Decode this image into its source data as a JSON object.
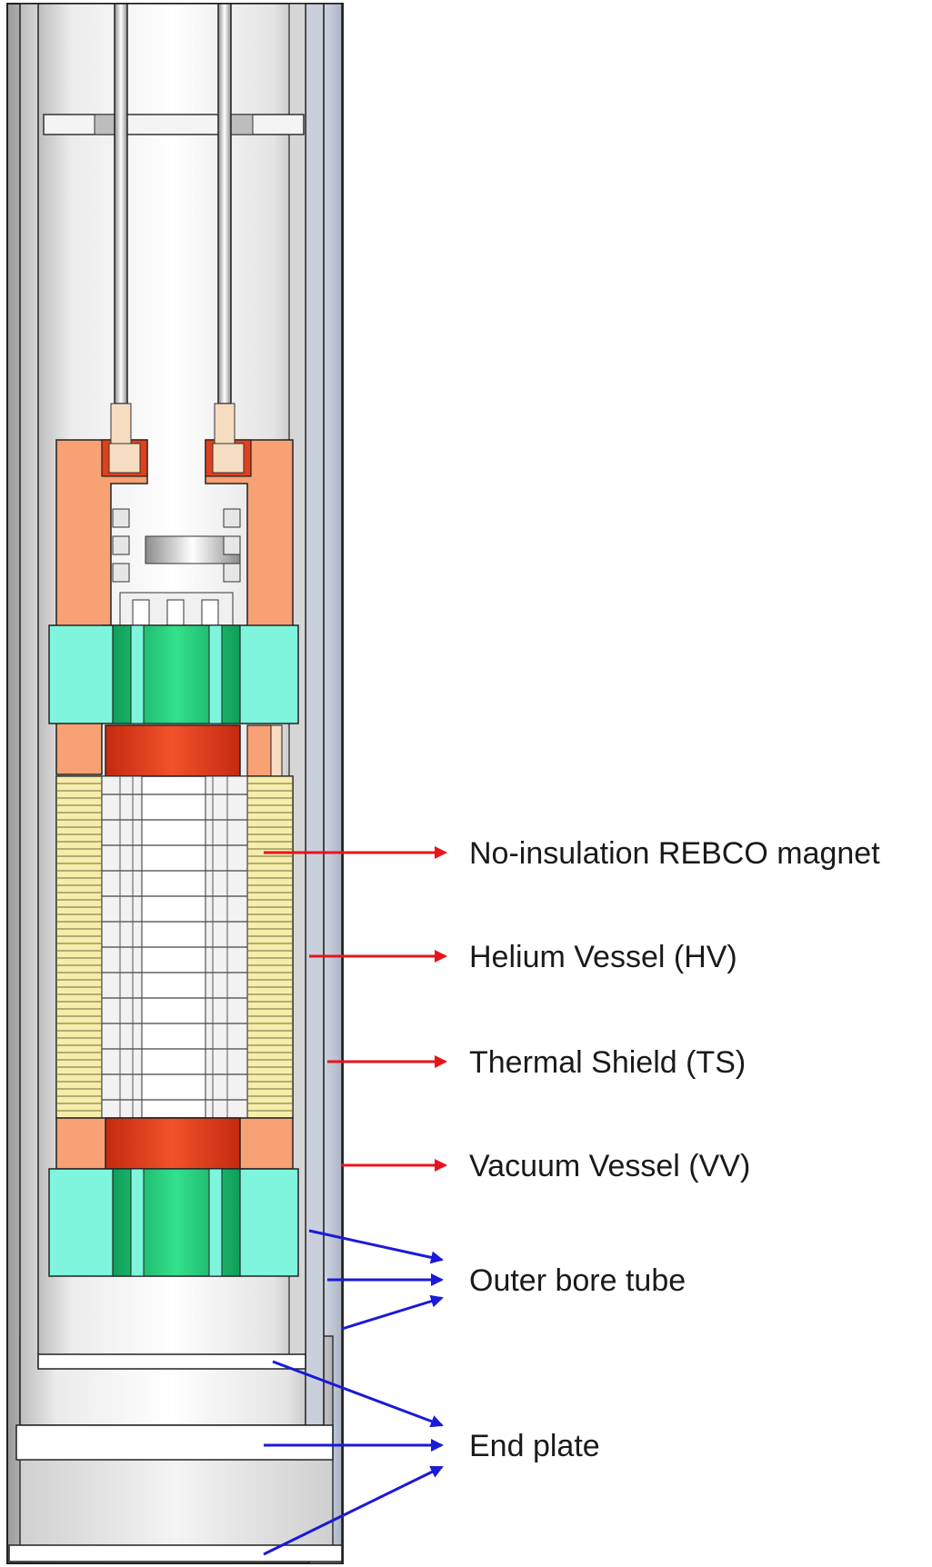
{
  "labels": {
    "magnet": "No-insulation REBCO magnet",
    "helium_vessel": "Helium Vessel (HV)",
    "thermal_shield": "Thermal Shield (TS)",
    "vacuum_vessel": "Vacuum Vessel (VV)",
    "outer_bore_tube": "Outer bore tube",
    "end_plate": "End plate"
  },
  "colors": {
    "copper": "#f7a174",
    "coil_red": "#e0401c",
    "green": "#21c070",
    "aqua": "#7ff5dd",
    "winding": "#f6eda8",
    "leader_red": "#e8141c",
    "leader_blue": "#1a1ad8"
  }
}
